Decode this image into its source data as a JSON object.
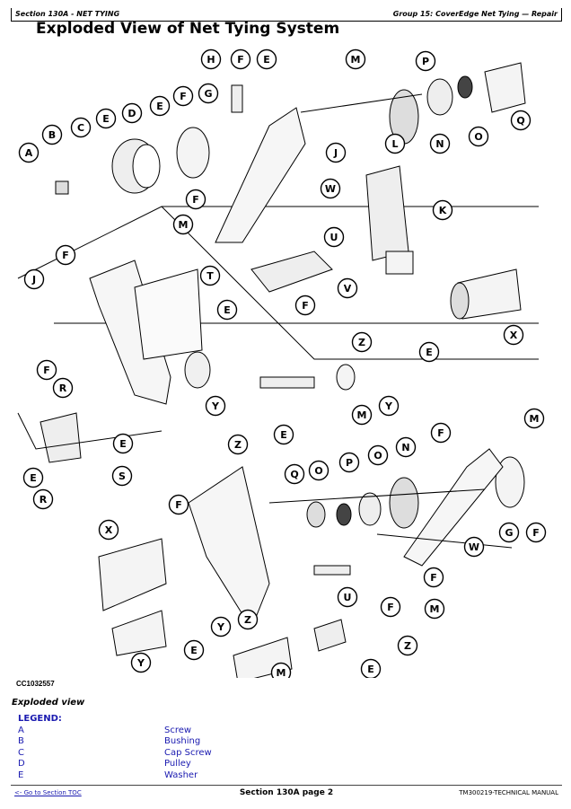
{
  "header": {
    "section": "Section 130A - NET TYING",
    "group": "Group 15: CoverEdge Net Tying — Repair"
  },
  "title": "Exploded View of Net Tying System",
  "figure": {
    "code": "CC1032557",
    "callouts": [
      "H",
      "F",
      "E",
      "M",
      "P",
      "Q",
      "O",
      "N",
      "L",
      "J",
      "G",
      "F",
      "E",
      "D",
      "E",
      "C",
      "B",
      "A",
      "W",
      "K",
      "F",
      "M",
      "U",
      "F",
      "J",
      "T",
      "E",
      "F",
      "V",
      "X",
      "E",
      "Z",
      "F",
      "R",
      "Y",
      "M",
      "Y",
      "Z",
      "E",
      "E",
      "E",
      "R",
      "S",
      "M",
      "F",
      "N",
      "O",
      "P",
      "O",
      "Q",
      "F",
      "X",
      "W",
      "G",
      "F",
      "F",
      "U",
      "F",
      "M",
      "Z",
      "Y",
      "E",
      "Y",
      "M",
      "E",
      "Z"
    ]
  },
  "caption": "Exploded view",
  "legend": {
    "title": "LEGEND:",
    "items": [
      {
        "key": "A",
        "value": "Screw"
      },
      {
        "key": "B",
        "value": "Bushing"
      },
      {
        "key": "C",
        "value": "Cap Screw"
      },
      {
        "key": "D",
        "value": "Pulley"
      },
      {
        "key": "E",
        "value": "Washer"
      }
    ]
  },
  "footer": {
    "toc_link": "<- Go to Section TOC",
    "page": "Section 130A page 2",
    "manual": "TM300219-TECHNICAL MANUAL"
  }
}
